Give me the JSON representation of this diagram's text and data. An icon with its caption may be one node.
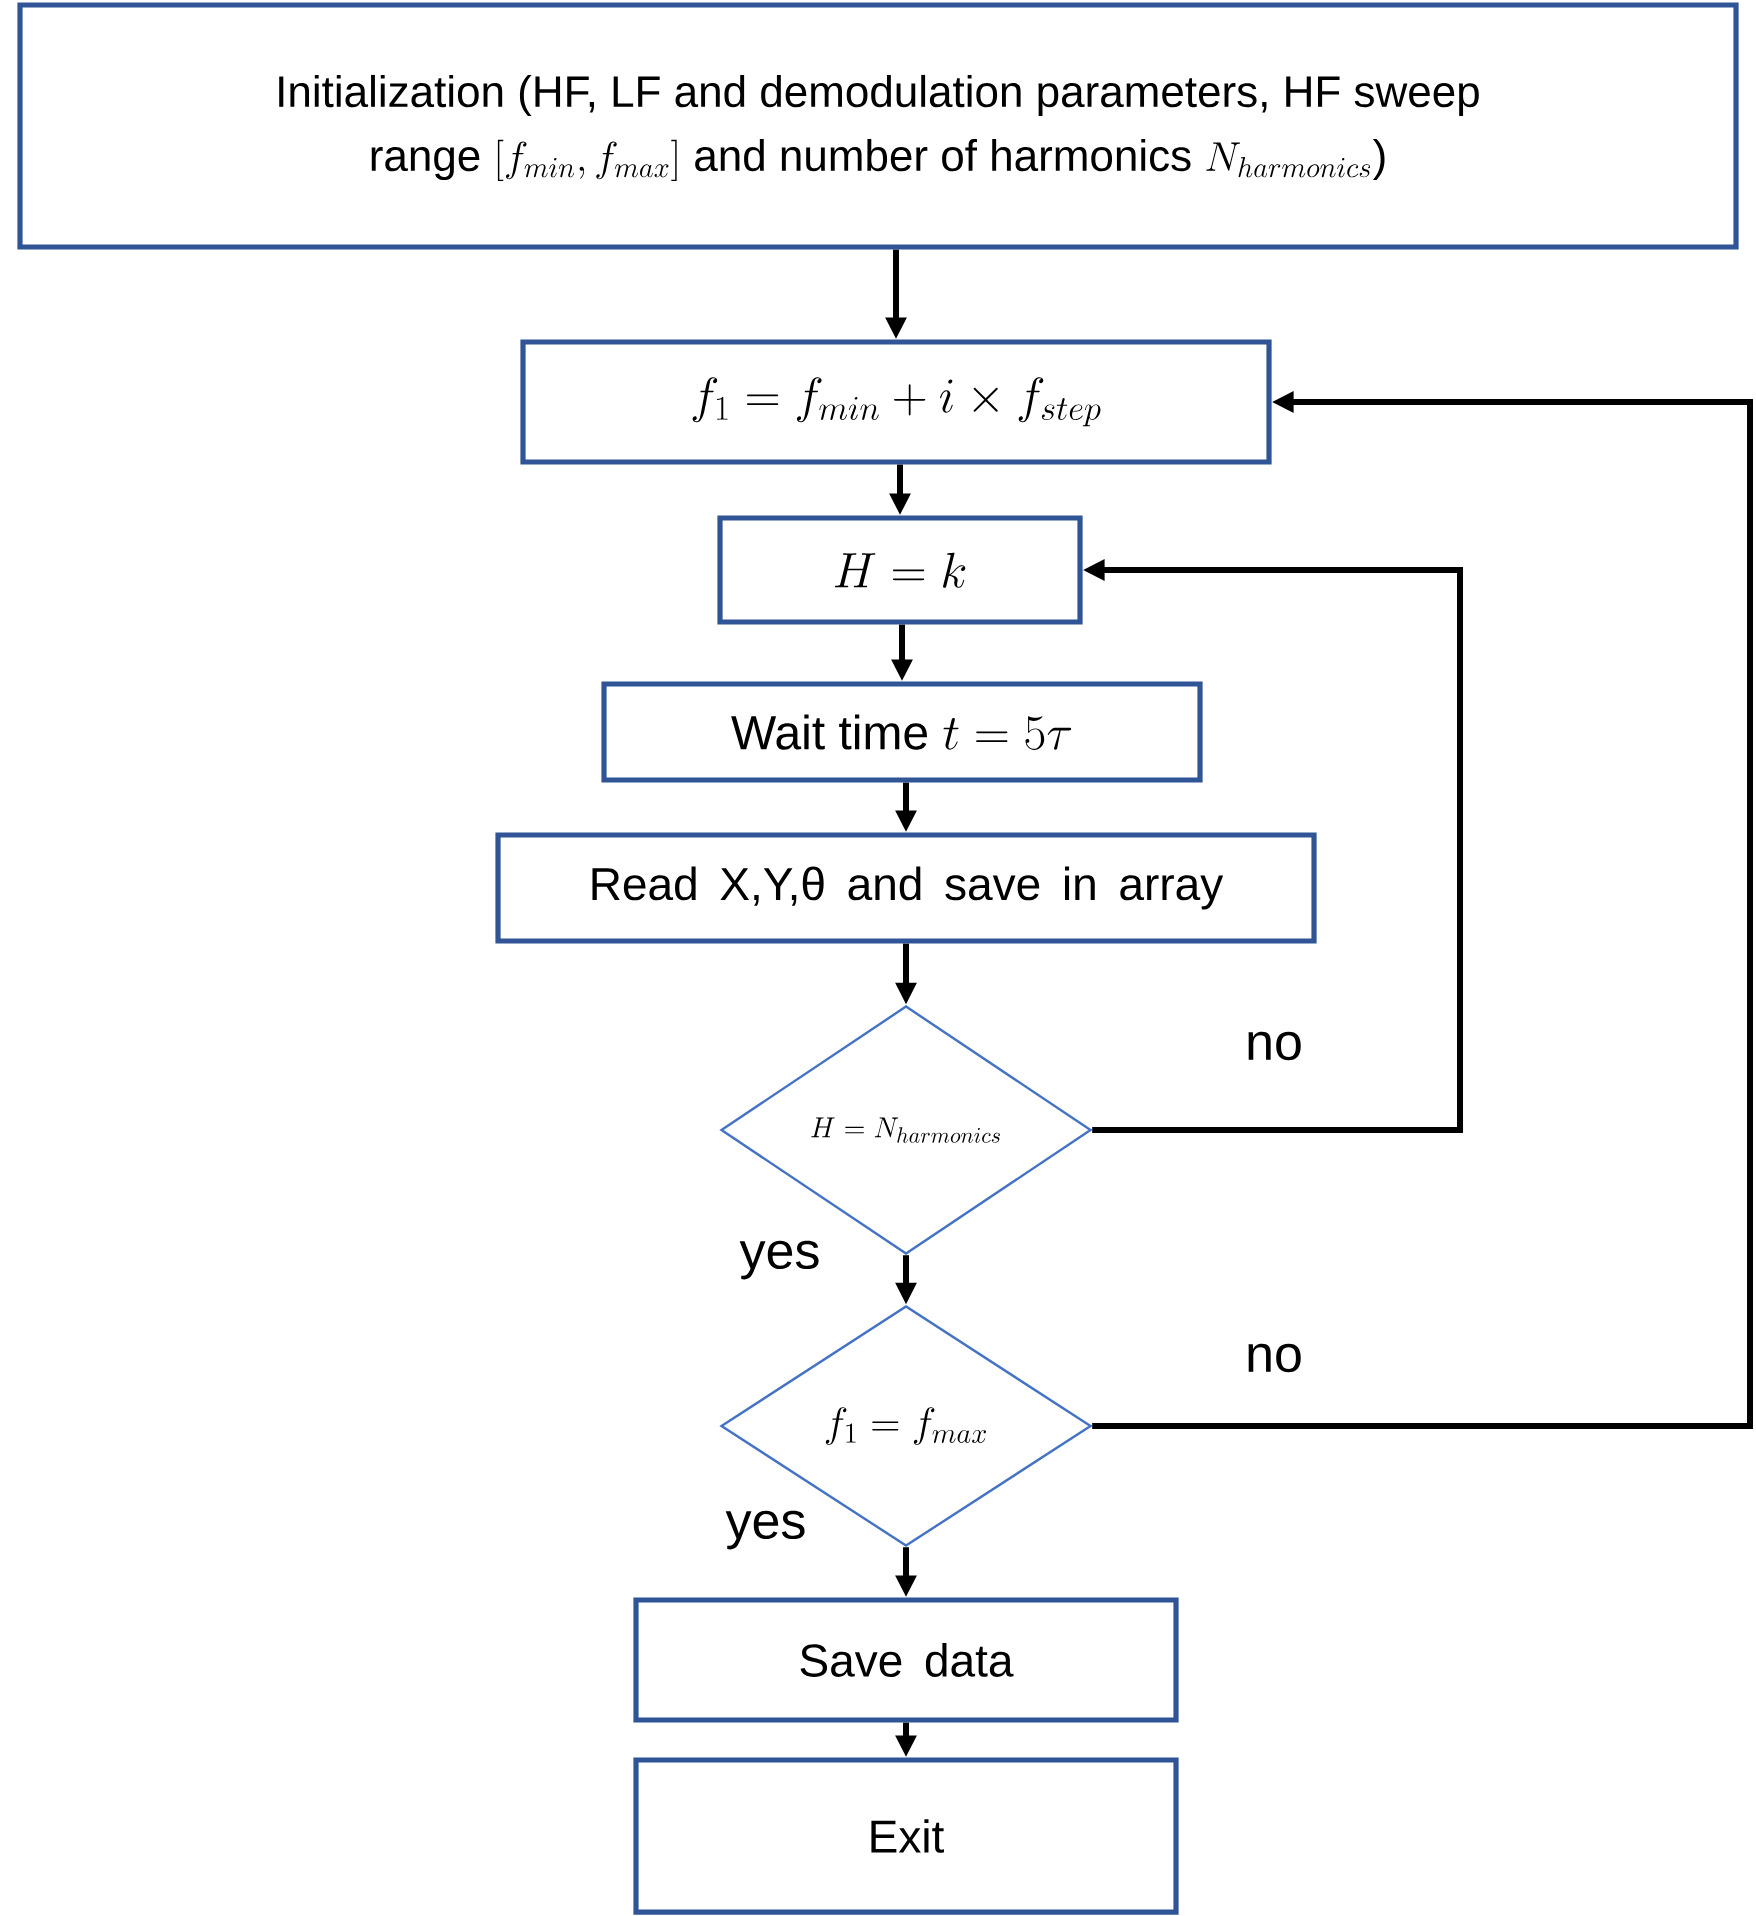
{
  "diagram": {
    "nodes": [
      {
        "text": [
          "\\begin{array}{c}\\text{Initialization (HF, LF and demodulation parameters, HF sweep}\\\\ \\text{range }[f_{min}, f_{max}]\\text{ and number of harmonics }N_{harmonics}\\text{)}\\end{array}"
        ]
      },
      {
        "text": [
          "f_1 = f_{min} + i \\times f_{step}"
        ]
      },
      {
        "text": [
          "H = k"
        ]
      },
      {
        "text": [
          "\\text{Wait time }t = 5\\tau"
        ]
      },
      {
        "text": [
          "Read X,Y,θ and save in array"
        ]
      },
      {
        "text": [
          "H = N_{harmonics}"
        ]
      },
      {
        "text": [
          "f_1 = f_{max}"
        ]
      },
      {
        "text": [
          "Save data"
        ]
      },
      {
        "text": [
          "Exit"
        ]
      }
    ],
    "edges": [
      {
        "from": 0,
        "to": 1,
        "arrow": "to"
      },
      {
        "from": 1,
        "to": 2,
        "arrow": "to"
      },
      {
        "from": 2,
        "to": 3,
        "arrow": "to"
      },
      {
        "from": 3,
        "to": 4,
        "arrow": "to"
      },
      {
        "from": 4,
        "to": 5,
        "arrow": "to"
      },
      {
        "from": 5,
        "to": 6,
        "arrow": "to",
        "label": "yes"
      },
      {
        "from": 6,
        "to": 7,
        "arrow": "to",
        "label": "yes"
      },
      {
        "from": 7,
        "to": 8,
        "arrow": "to"
      },
      {
        "from": 5,
        "to": 2,
        "arrow": "to",
        "label": "no"
      },
      {
        "from": 6,
        "to": 1,
        "arrow": "to",
        "label": "no"
      }
    ]
  }
}
